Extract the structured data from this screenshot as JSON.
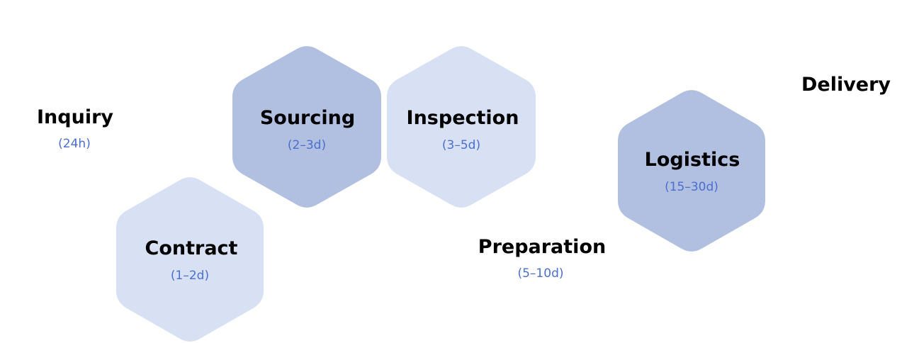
{
  "colors": {
    "hex_dark": "#b1bfe0",
    "hex_light": "#d8e0f4",
    "title_text": "#000000",
    "duration_text": "#4a6fcf",
    "background": "#ffffff"
  },
  "stages": [
    {
      "id": "inquiry",
      "name": "Inquiry",
      "duration": "(24h)",
      "hexagon": "none"
    },
    {
      "id": "contract",
      "name": "Contract",
      "duration": "(1–2d)",
      "hexagon": "light"
    },
    {
      "id": "sourcing",
      "name": "Sourcing",
      "duration": "(2–3d)",
      "hexagon": "dark"
    },
    {
      "id": "inspection",
      "name": "Inspection",
      "duration": "(3–5d)",
      "hexagon": "light"
    },
    {
      "id": "preparation",
      "name": "Preparation",
      "duration": "(5–10d)",
      "hexagon": "none"
    },
    {
      "id": "logistics",
      "name": "Logistics",
      "duration": "(15–30d)",
      "hexagon": "dark"
    },
    {
      "id": "delivery",
      "name": "Delivery",
      "duration": "",
      "hexagon": "none"
    }
  ]
}
